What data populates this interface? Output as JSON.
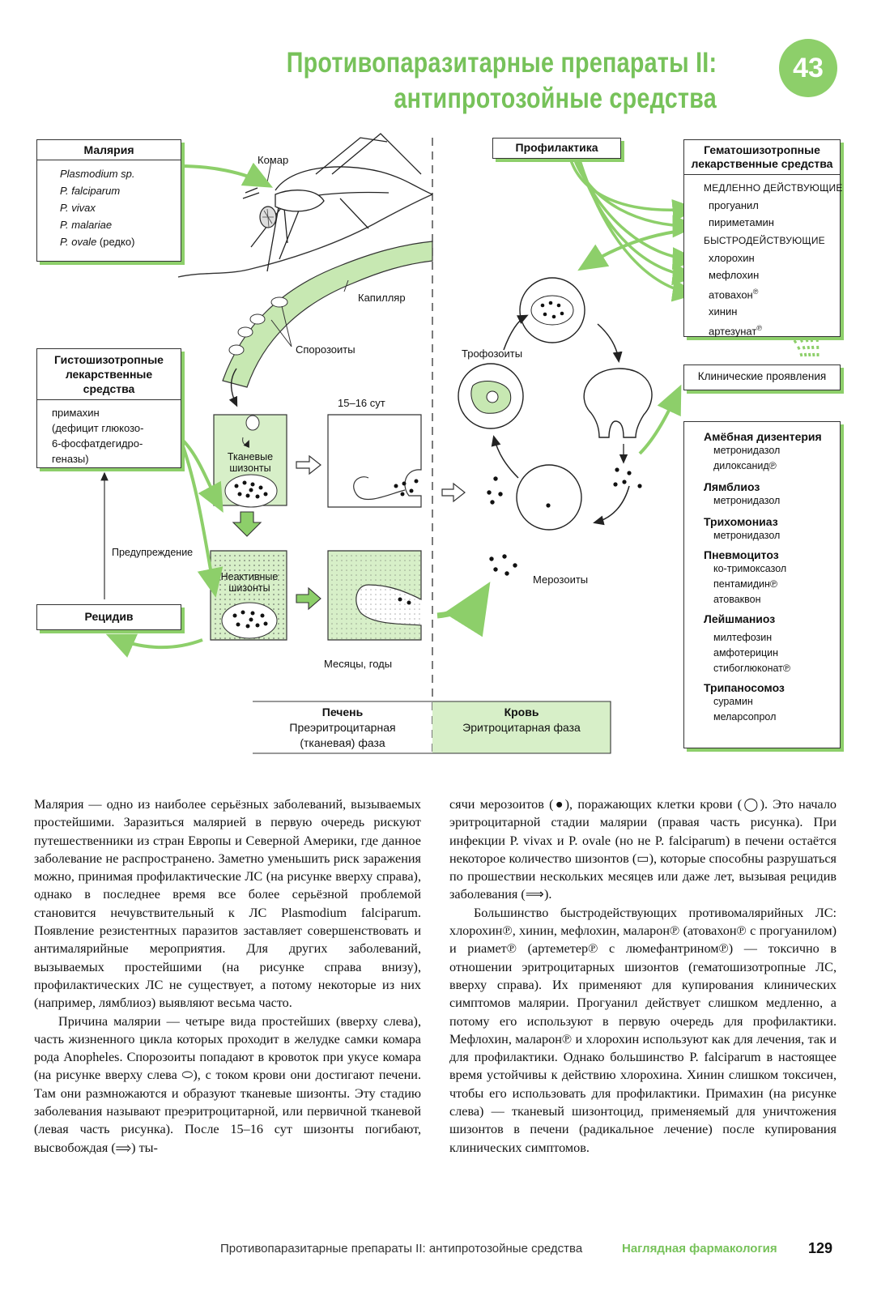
{
  "header": {
    "title_line1": "Противопаразитарные препараты II:",
    "title_line2": "антипротозойные средства",
    "chapter": "43"
  },
  "malaria_box": {
    "title": "Малярия",
    "items": [
      "Plasmodium sp.",
      "P. falciparum",
      "P. vivax",
      "P. malariae",
      "P. ovale"
    ],
    "ovale_note": "(редко)"
  },
  "histo_box": {
    "title_line1": "Гистошизотропные",
    "title_line2": "лекарственные средства",
    "lines": [
      "примахин",
      "(дефицит глюкозо-",
      "6-фосфатдегидро-",
      "геназы)"
    ]
  },
  "relapse_box": {
    "title": "Рецидив"
  },
  "prophylaxis_box": {
    "title": "Профилактика"
  },
  "hemato_box": {
    "title_line1": "Гематошизотропные",
    "title_line2": "лекарственные средства",
    "slow_heading": "МЕДЛЕННО ДЕЙСТВУЮЩИЕ",
    "slow": [
      "прогуанил",
      "пириметамин"
    ],
    "fast_heading": "БЫСТРОДЕЙСТВУЮЩИЕ",
    "fast": [
      "хлорохин",
      "мефлохин",
      "атовахон",
      "хинин",
      "артезунат"
    ],
    "trademark": "℗"
  },
  "clinical_box": {
    "title": "Клинические проявления"
  },
  "diseases": [
    {
      "name": "Амёбная дизентерия",
      "drugs": [
        "метронидазол",
        "дилоксанид℗"
      ]
    },
    {
      "name": "Лямблиоз",
      "drugs": [
        "метронидазол"
      ]
    },
    {
      "name": "Трихомониаз",
      "drugs": [
        "метронидазол"
      ]
    },
    {
      "name": "Пневмоцитоз",
      "drugs": [
        "ко-тримоксазол",
        "пентамидин℗",
        "атоваквон"
      ]
    },
    {
      "name": "Лейшманиоз",
      "drugs": [
        "милтефозин",
        "амфотерицин",
        "стибоглюконат℗"
      ]
    },
    {
      "name": "Трипаносомоз",
      "drugs": [
        "сурамин",
        "меларсопрол"
      ]
    }
  ],
  "diagram_labels": {
    "mosquito": "Комар",
    "capillary": "Капилляр",
    "sporozoites": "Спорозоиты",
    "tissue_schizonts_1": "Тканевые",
    "tissue_schizonts_2": "шизонты",
    "inactive_1": "Неактивные",
    "inactive_2": "шизонты",
    "days": "15–16 сут",
    "months": "Месяцы, годы",
    "prevention": "Предупреждение",
    "trophozoites": "Трофозоиты",
    "merozoites": "Мерозоиты"
  },
  "phases": {
    "liver_title": "Печень",
    "liver_line1": "Преэритроцитарная",
    "liver_line2": "(тканевая) фаза",
    "blood_title": "Кровь",
    "blood_line1": "Эритроцитарная фаза"
  },
  "body_left": [
    "Малярия — одно из наиболее серьёзных заболеваний, вызываемых простейшими. Заразиться малярией в первую очередь рискуют путешественники из стран Европы и Северной Америки, где данное заболевание не распространено. Заметно уменьшить риск заражения можно, принимая профилактические ЛС (на рисунке вверху справа), однако в последнее время все более серьёзной проблемой становится нечувствительный к ЛС Plasmodium falciparum. Появление резистентных паразитов заставляет совершенствовать и антималярийные мероприятия. Для других заболеваний, вызываемых простейшими (на рисунке справа внизу), профилактических ЛС не существует, а потому некоторые из них (например, лямблиоз) выявляют весьма часто.",
    "Причина малярии — четыре вида простейших (вверху слева), часть жизненного цикла которых проходит в желудке самки комара рода Anopheles. Спорозоиты попадают в кровоток при укусе комара (на рисунке вверху слева ⬭), с током крови они достигают печени. Там они размножаются и образуют тканевые шизонты. Эту стадию заболевания называют преэритроцитарной, или первичной тканевой (левая часть рисунка). После 15–16 сут шизонты погибают, высвобождая (⟹) ты-"
  ],
  "body_right": [
    "сячи мерозоитов (●), поражающих клетки крови (◯). Это начало эритроцитарной стадии малярии (правая часть рисунка). При инфекции P. vivax и P. ovale (но не P. falciparum) в печени остаётся некоторое количество шизонтов (▭), которые способны разрушаться по прошествии нескольких месяцев или даже лет, вызывая рецидив заболевания (⟹).",
    "Большинство быстродействующих противомалярийных ЛС: хлорохин℗, хинин, мефлохин, маларон℗ (атовахон℗ с прогуанилом) и риамет℗ (артеметер℗ с люмефантрином℗) — токсично в отношении эритроцитарных шизонтов (гематошизотропные ЛС, вверху справа). Их применяют для купирования клинических симптомов малярии. Прогуанил действует слишком медленно, а потому его используют в первую очередь для профилактики. Мефлохин, маларон℗ и хлорохин используют как для лечения, так и для профилактики. Однако большинство P. falciparum в настоящее время устойчивы к действию хлорохина. Хинин слишком токсичен, чтобы его использовать для профилактики. Примахин (на рисунке слева) — тканевый шизонтоцид, применяемый для уничтожения шизонтов в печени (радикальное лечение) после купирования клинических симптомов."
  ],
  "footer": {
    "running_title": "Противопаразитарные препараты II: антипротозойные средства",
    "book": "Наглядная фармакология",
    "page": "129"
  },
  "colors": {
    "accent": "#77c25a",
    "light_green": "#d7efc8",
    "arrow_green": "#8dcf6a"
  }
}
